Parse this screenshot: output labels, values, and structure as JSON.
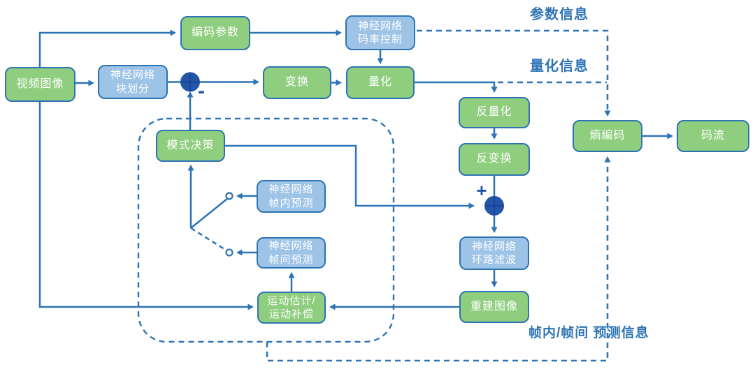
{
  "diagram": {
    "labels": {
      "param_info": "参数信息",
      "quant_info": "量化信息",
      "pred_info_line1": "帧内/帧间",
      "pred_info_line2": "预测信息"
    },
    "operators": {
      "minus": "-",
      "plus": "+"
    },
    "nodes": {
      "video_image": {
        "label": "视频图像"
      },
      "encode_params": {
        "label": "编码参数"
      },
      "nn_rate_control": {
        "line1": "神经网络",
        "line2": "码率控制"
      },
      "nn_block_partition": {
        "line1": "神经网络",
        "line2": "块划分"
      },
      "transform": {
        "label": "变换"
      },
      "quantize": {
        "label": "量化"
      },
      "dequantize": {
        "label": "反量化"
      },
      "inv_transform": {
        "label": "反变换"
      },
      "mode_decision": {
        "label": "模式决策"
      },
      "nn_intra_pred": {
        "line1": "神经网络",
        "line2": "帧内预测"
      },
      "nn_inter_pred": {
        "line1": "神经网络",
        "line2": "帧间预测"
      },
      "me_mc": {
        "line1": "运动估计/",
        "line2": "运动补偿"
      },
      "nn_loop_filter": {
        "line1": "神经网络",
        "line2": "环路滤波"
      },
      "recon_image": {
        "label": "重建图像"
      },
      "entropy_coding": {
        "label": "熵编码"
      },
      "bitstream": {
        "label": "码流"
      }
    },
    "colors": {
      "node_green": "#8FCE7E",
      "node_light_blue": "#9DC3E6",
      "line_blue": "#2E74B5",
      "adder_fill": "#2456A8",
      "node_text": "#FFFFFF"
    }
  }
}
